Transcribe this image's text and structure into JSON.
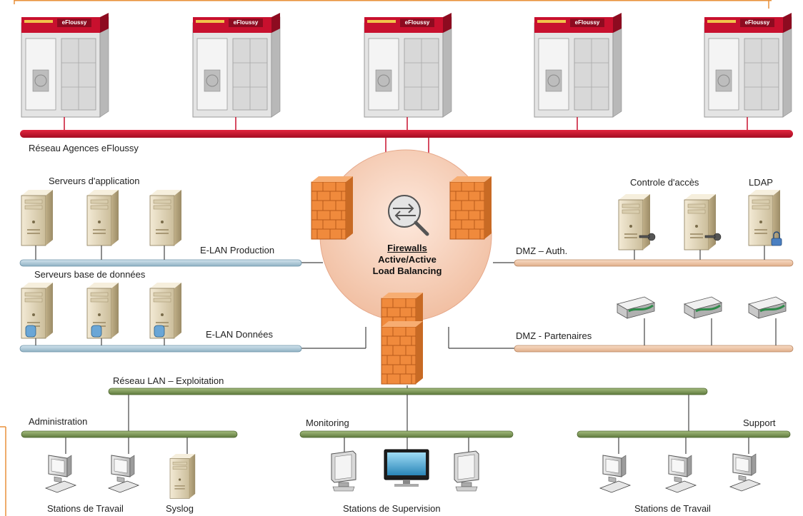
{
  "networks": {
    "agences": "Réseau Agences eFloussy",
    "elan_production": "E-LAN Production",
    "elan_donnees": "E-LAN Données",
    "dmz_auth": "DMZ – Auth.",
    "dmz_partenaires": "DMZ - Partenaires",
    "lan_exploitation": "Réseau LAN – Exploitation",
    "administration": "Administration",
    "monitoring": "Monitoring",
    "support": "Support"
  },
  "groups": {
    "serveurs_application": "Serveurs d'application",
    "serveurs_bdd": "Serveurs base de données",
    "controle_acces": "Controle d'accès",
    "ldap": "LDAP",
    "stations_travail_left": "Stations de Travail",
    "syslog": "Syslog",
    "stations_supervision": "Stations de Supervision",
    "stations_travail_right": "Stations de Travail"
  },
  "firewall": {
    "line1": "Firewalls",
    "line2": "Active/Active",
    "line3": "Load Balancing"
  },
  "agency_sign": "eFloussy",
  "colors": {
    "agences_bus": "#c8102e",
    "production_bus": "#a9c6d6",
    "dmz_bus": "#efc7a6",
    "lan_bus": "#7e9a5a",
    "firewall_orange": "#f08a3c",
    "firewall_circle": "#f6d2bd",
    "frame_orange": "#e8913a"
  }
}
